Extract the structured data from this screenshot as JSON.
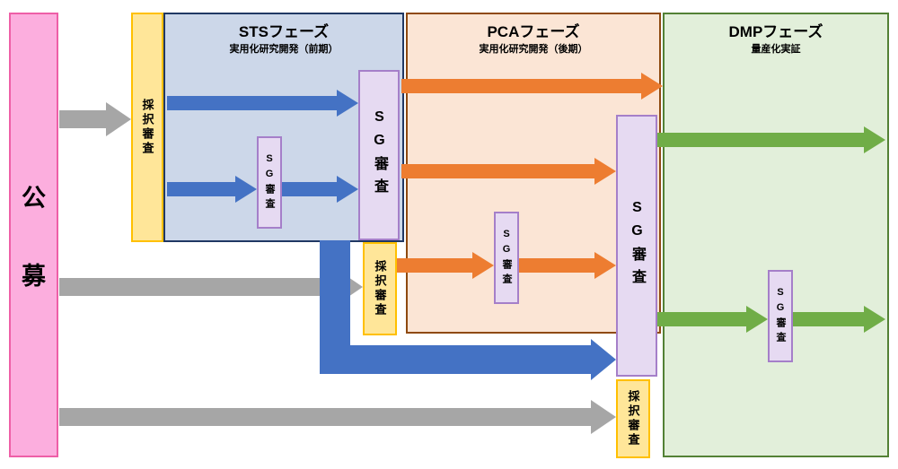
{
  "diagram": {
    "koubo": {
      "chars": [
        "公",
        "募"
      ],
      "label": "公募"
    },
    "labels": {
      "adoption_review": "採択審査",
      "sg_review": "SG審査"
    },
    "phases": {
      "sts": {
        "title": "STSフェーズ",
        "subtitle": "実用化研究開発（前期）"
      },
      "pca": {
        "title": "PCAフェーズ",
        "subtitle": "実用化研究開発（後期）"
      },
      "dmp": {
        "title": "DMPフェーズ",
        "subtitle": "量産化実証"
      }
    },
    "colors": {
      "koubo_fill": "#fcaede",
      "koubo_border": "#ee5fa7",
      "review_fill": "#ffe699",
      "review_border": "#ffc000",
      "sg_fill": "#e6daf2",
      "sg_border": "#a57fc9",
      "sts_fill": "#ccd7e9",
      "sts_border": "#203864",
      "pca_fill": "#fbe5d5",
      "pca_border": "#8f4a10",
      "dmp_fill": "#e2efda",
      "dmp_border": "#538135",
      "arrow_gray": "#a6a6a6",
      "arrow_blue": "#4472c4",
      "arrow_orange": "#ed7d31",
      "arrow_green": "#70ad47"
    }
  }
}
